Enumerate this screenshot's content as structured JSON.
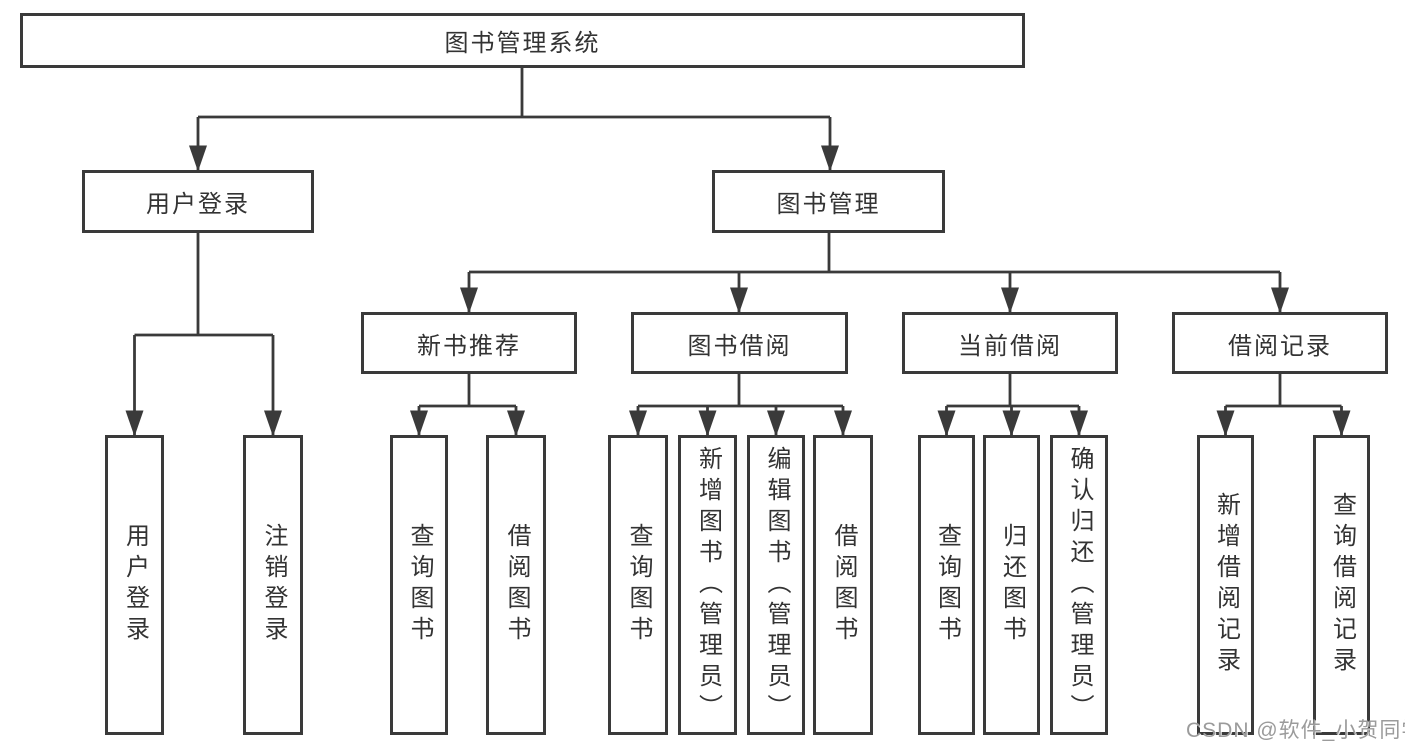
{
  "colors": {
    "background": "#ffffff",
    "box_border": "#3a3a3a",
    "connector_line": "#3a3a3a",
    "text": "#333333",
    "watermark": "#9b9b9b"
  },
  "tree": {
    "root": {
      "label": "图书管理系统"
    },
    "branches": [
      {
        "label": "用户登录",
        "children": [
          {
            "label": "用户登录"
          },
          {
            "label": "注销登录"
          }
        ]
      },
      {
        "label": "图书管理",
        "sections": [
          {
            "label": "新书推荐",
            "children": [
              {
                "label": "查询图书"
              },
              {
                "label": "借阅图书"
              }
            ]
          },
          {
            "label": "图书借阅",
            "children": [
              {
                "label": "查询图书"
              },
              {
                "label": "新增图书（管理员）"
              },
              {
                "label": "编辑图书（管理员）"
              },
              {
                "label": "借阅图书"
              }
            ]
          },
          {
            "label": "当前借阅",
            "children": [
              {
                "label": "查询图书"
              },
              {
                "label": "归还图书"
              },
              {
                "label": "确认归还（管理员）"
              }
            ]
          },
          {
            "label": "借阅记录",
            "children": [
              {
                "label": "新增借阅记录"
              },
              {
                "label": "查询借阅记录"
              }
            ]
          }
        ]
      }
    ]
  },
  "watermark": {
    "text": "CSDN @软件_小贺同学"
  }
}
